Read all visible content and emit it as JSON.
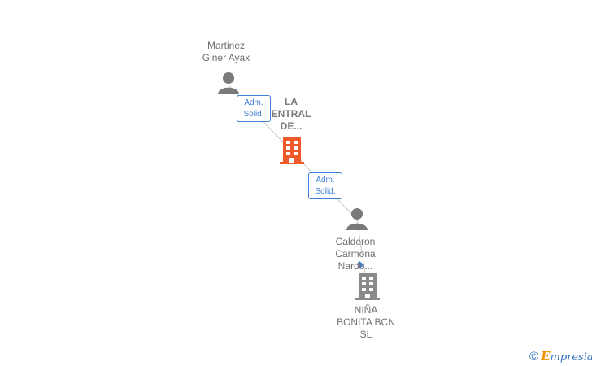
{
  "nodes": {
    "martinez": {
      "name_line1": "Martinez",
      "name_line2": "Giner Ayax",
      "icon": "person-icon"
    },
    "la_central": {
      "name_line1": "LA",
      "name_line2": "ENTRAL",
      "name_line3": "DE...",
      "icon": "building-icon",
      "color": "#f0592a"
    },
    "calderon": {
      "name_line1": "Calderon",
      "name_line2": "Carmona",
      "name_line3": "Nardo...",
      "icon": "person-icon"
    },
    "nina": {
      "name_line1": "NIÑA",
      "name_line2": "BONITA BCN",
      "name_line3": "SL",
      "icon": "building-icon",
      "color": "#8a8a8a"
    }
  },
  "relations": [
    {
      "line1": "Adm.",
      "line2": "Solid."
    },
    {
      "line1": "Adm.",
      "line2": "Solid."
    }
  ],
  "footer": {
    "copyright": "©",
    "brand_initial": "E",
    "brand_rest": "mpresia"
  },
  "colors": {
    "edge": "#bdbdbd",
    "badge": "#3f7fd6",
    "person": "#7a7a7a"
  }
}
